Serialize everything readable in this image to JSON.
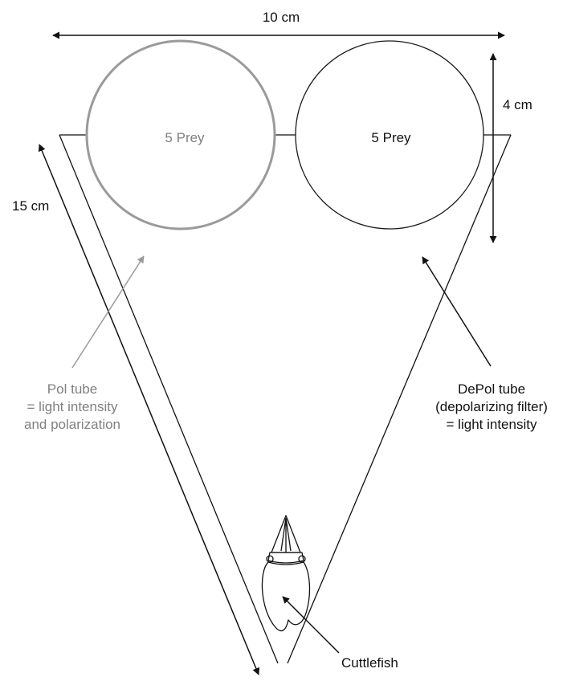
{
  "diagram": {
    "width_label": "10 cm",
    "height_label": "4 cm",
    "length_label": "15 cm",
    "pol_tube": {
      "prey_label": "5 Prey",
      "caption_lines": [
        "Pol tube",
        "= light intensity",
        "and polarization"
      ]
    },
    "depol_tube": {
      "prey_label": "5 Prey",
      "caption_lines": [
        "DePol tube",
        "(depolarizing filter)",
        "= light intensity"
      ]
    },
    "cuttlefish_label": "Cuttlefish",
    "colors": {
      "pol": "#9a9a9a",
      "depol": "#1a1a1a",
      "line": "#111111",
      "text": "#111111",
      "gray_text": "#808080"
    }
  }
}
